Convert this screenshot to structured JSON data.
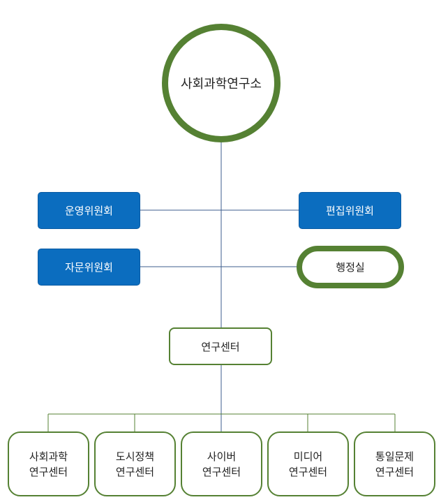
{
  "colors": {
    "line_blue": "#3d5e8c",
    "line_green": "#558133",
    "accent_green": "#558133",
    "committee_blue": "#0b6dbf"
  },
  "root": {
    "label": "사회과학연구소"
  },
  "committees": {
    "operations": "운영위원회",
    "editorial": "편집위원회",
    "advisory": "자문위원회"
  },
  "admin_office": "행정실",
  "research_center": "연구센터",
  "centers": [
    {
      "line1": "사회과학",
      "line2": "연구센터"
    },
    {
      "line1": "도시정책",
      "line2": "연구센터"
    },
    {
      "line1": "사이버",
      "line2": "연구센터"
    },
    {
      "line1": "미디어",
      "line2": "연구센터"
    },
    {
      "line1": "통일문제",
      "line2": "연구센터"
    }
  ]
}
